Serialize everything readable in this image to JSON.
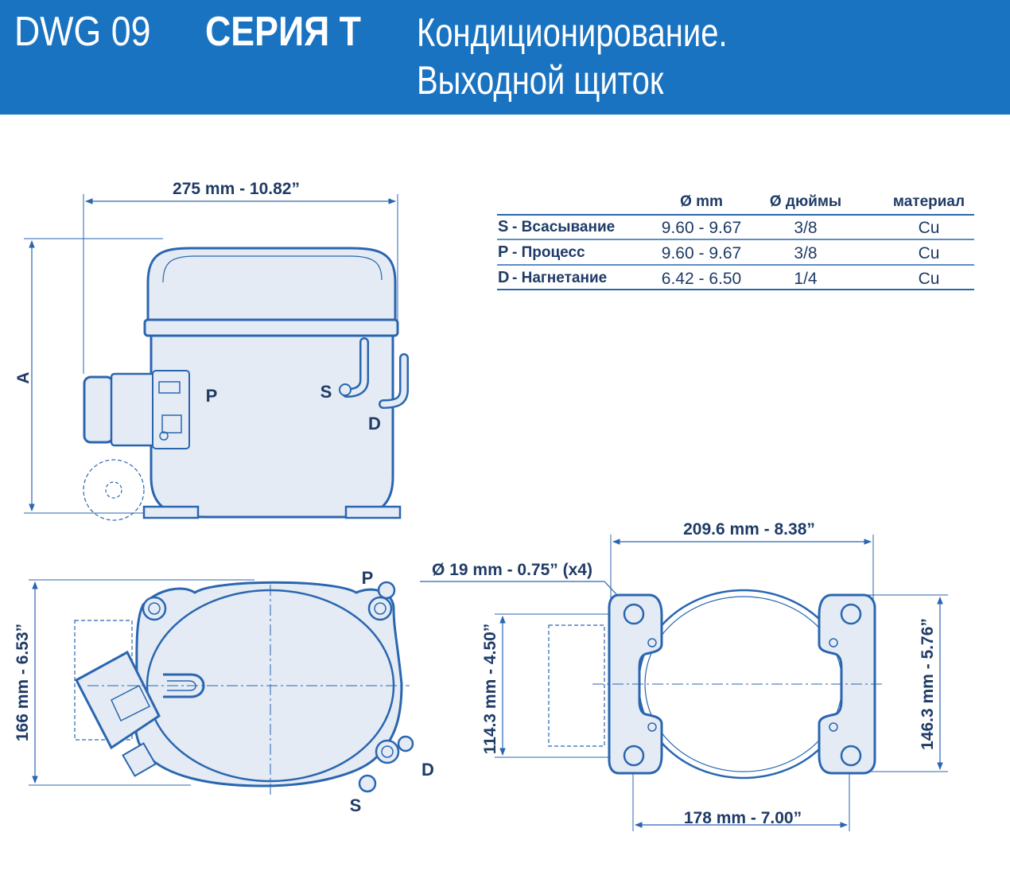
{
  "header": {
    "code": "DWG 09",
    "series": "СЕРИЯ T",
    "title_line1": "Кондиционирование.",
    "title_line2": "Выходной щиток"
  },
  "table": {
    "headers": [
      "Ø mm",
      "Ø дюймы",
      "материал"
    ],
    "rows": [
      {
        "code": "S",
        "name": "- Всасывание",
        "mm": "9.60 - 9.67",
        "inch": "3/8",
        "material": "Cu"
      },
      {
        "code": "P",
        "name": "- Процесс",
        "mm": "9.60 - 9.67",
        "inch": "3/8",
        "material": "Cu"
      },
      {
        "code": "D",
        "name": "- Нагнетание",
        "mm": "6.42 - 6.50",
        "inch": "1/4",
        "material": "Cu"
      }
    ]
  },
  "dimensions": {
    "width_275": "275 mm - 10.82”",
    "height_a": "A",
    "depth_166": "166 mm - 6.53”",
    "width_2096": "209.6 mm - 8.38”",
    "hole_19": "Ø 19 mm - 0.75” (x4)",
    "h_1143": "114.3 mm - 4.50”",
    "h_1463": "146.3 mm - 5.76”",
    "w_178": "178 mm - 7.00”"
  },
  "labels": {
    "p": "P",
    "s": "S",
    "d": "D"
  },
  "colors": {
    "header_bg": "#1a73c0",
    "body_fill": "#e4ebf5",
    "outline": "#2a66b0",
    "text": "#1f3b66"
  }
}
